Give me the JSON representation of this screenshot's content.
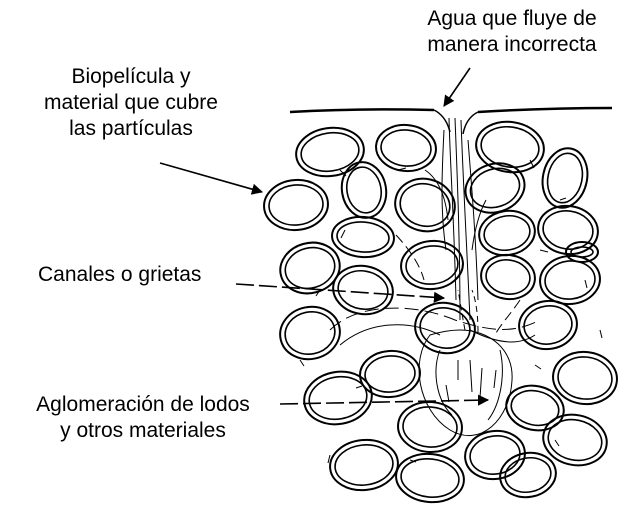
{
  "labels": {
    "water": [
      "Agua que fluye de",
      "manera incorrecta"
    ],
    "biofilm": [
      "Biopelícula y",
      "material que cubre",
      "las partículas"
    ],
    "channels": [
      "Canales o grietas"
    ],
    "sludge": [
      "Aglomeración de lodos",
      "y otros materiales"
    ]
  },
  "colors": {
    "ink": "#000000",
    "background": "#ffffff"
  }
}
